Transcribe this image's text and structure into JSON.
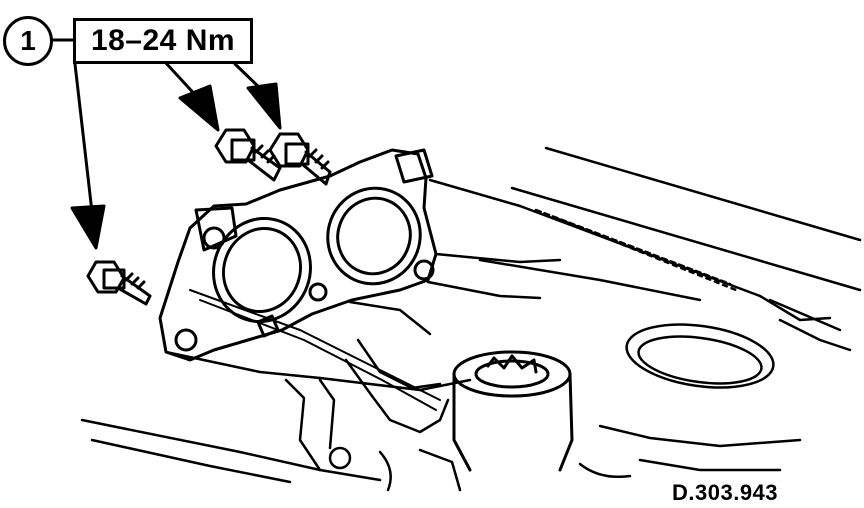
{
  "callout": {
    "number": "1",
    "torque_label": "18–24 Nm"
  },
  "figure": {
    "reference_code": "D.303.943"
  },
  "colors": {
    "ink": "#000000",
    "paper": "#ffffff"
  }
}
